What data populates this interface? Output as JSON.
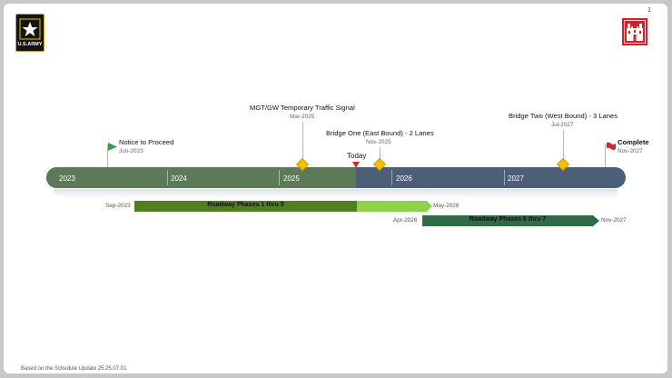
{
  "page_number": "1",
  "logos": {
    "army_text": "U.S.ARMY"
  },
  "timeline": {
    "years": [
      "2023",
      "2024",
      "2025",
      "2026",
      "2027"
    ],
    "today_label": "Today"
  },
  "milestones": {
    "ntp": {
      "title": "Notice to Proceed",
      "date": "Jun-2023"
    },
    "mgt": {
      "title": "MGT/GW Temporary Traffic Signal",
      "date": "Mar-2025"
    },
    "bridge_one": {
      "title": "Bridge One (East Bound) - 2 Lanes",
      "date": "Nov-2025"
    },
    "bridge_two": {
      "title": "Bridge Two (West Bound) - 3 Lanes",
      "date": "Jul-2027"
    },
    "complete": {
      "title": "Complete",
      "date": "Nov-2027"
    }
  },
  "tasks": {
    "phase1": {
      "label": "Roadway Phases 1 thru 5",
      "start": "Sep-2023",
      "end": "May-2026"
    },
    "phase2": {
      "label": "Roadway Phases 6 thru 7",
      "start": "Apr-2026",
      "end": "Nov-2027"
    }
  },
  "footer": {
    "note": "Based on the Schedule Update 25.25.07.01"
  },
  "colors": {
    "elapsed": "#5d7a58",
    "future": "#4c5e78",
    "diamond": "#f3c300",
    "flag_start": "#2ea04a",
    "flag_end": "#d8252b",
    "task1": "#4f7f1f",
    "task1_light": "#8fd14a",
    "task2": "#2f6b45"
  }
}
